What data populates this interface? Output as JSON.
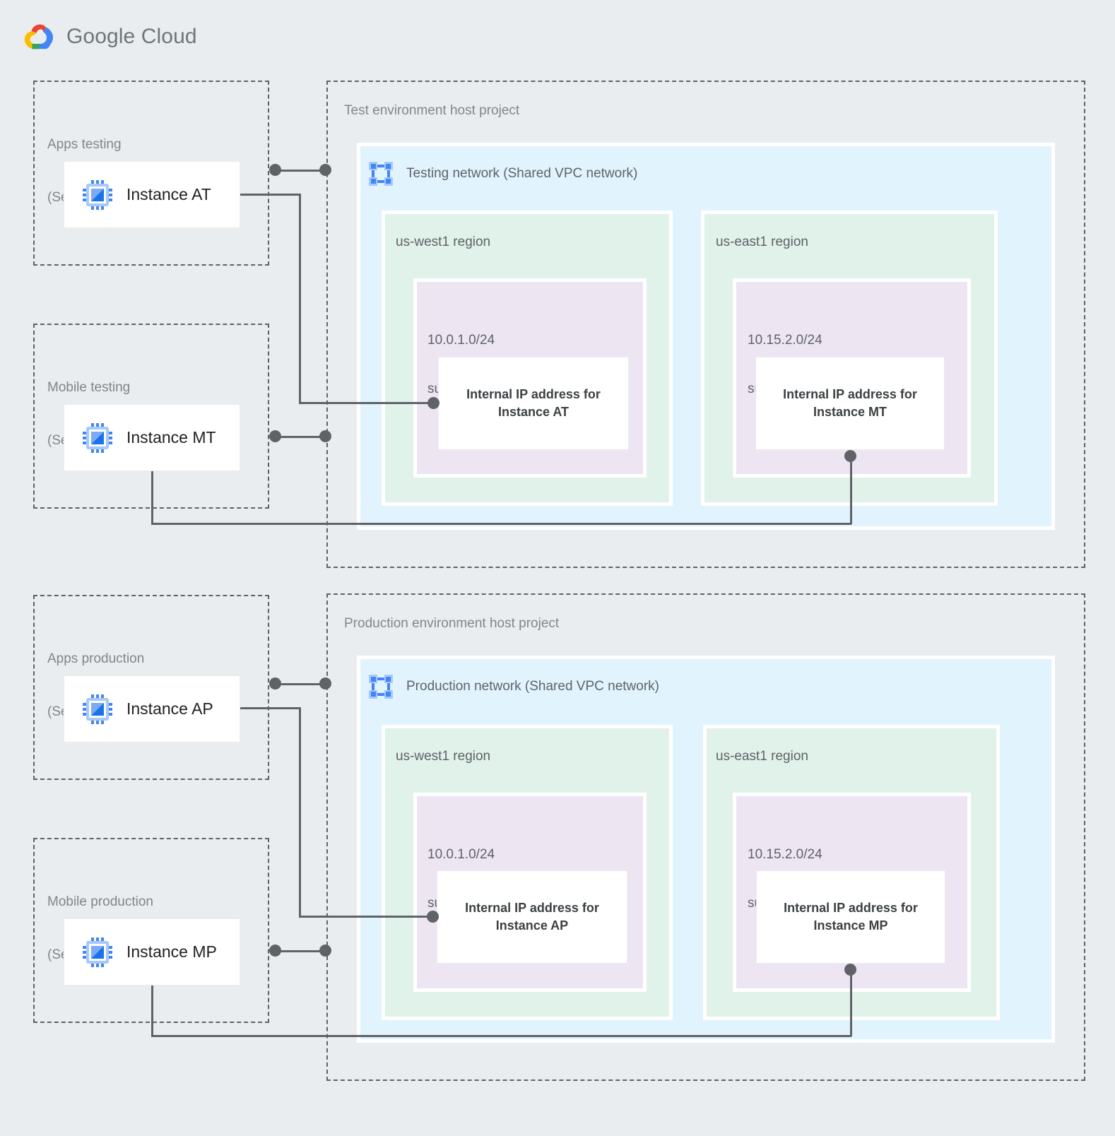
{
  "brand": {
    "name_bold": "Google",
    "name_light": " Cloud",
    "logo_icon": "google-cloud-logo-icon"
  },
  "colors": {
    "page_background": "#e9edef",
    "vpc_network": "#e1f3fd",
    "region": "#e0f2e9",
    "subnet": "#eee5f3",
    "card": "#ffffff",
    "connector": "#5f6368",
    "dashed_border": "#5f6368",
    "label_text": "#5f6368",
    "muted_text": "#80868b",
    "instance_icon_blue": "#4285f4",
    "instance_icon_light": "#a6c8fb"
  },
  "service_projects": [
    {
      "id": "apps-testing",
      "title_line1": "Apps testing",
      "title_line2": "(Service project)",
      "instance": {
        "label": "Instance AT",
        "icon": "vm-instance-chip-icon"
      }
    },
    {
      "id": "mobile-testing",
      "title_line1": "Mobile testing",
      "title_line2": "(Service project)",
      "instance": {
        "label": "Instance MT",
        "icon": "vm-instance-chip-icon"
      }
    },
    {
      "id": "apps-production",
      "title_line1": "Apps production",
      "title_line2": "(Service project)",
      "instance": {
        "label": "Instance AP",
        "icon": "vm-instance-chip-icon"
      }
    },
    {
      "id": "mobile-production",
      "title_line1": "Mobile production",
      "title_line2": "(Service project)",
      "instance": {
        "label": "Instance MP",
        "icon": "vm-instance-chip-icon"
      }
    }
  ],
  "host_projects": [
    {
      "id": "test-env",
      "title": "Test environment host project",
      "network": {
        "title": "Testing network (Shared VPC network)",
        "icon": "vpc-network-icon"
      },
      "regions": [
        {
          "id": "test-us-west1",
          "label": "us-west1 region",
          "subnet": {
            "cidr": "10.0.1.0/24",
            "kind": "subnet",
            "ip_card": "Internal IP address for\nInstance AT"
          }
        },
        {
          "id": "test-us-east1",
          "label": "us-east1 region",
          "subnet": {
            "cidr": "10.15.2.0/24",
            "kind": "subnet",
            "ip_card": "Internal IP address for\nInstance MT"
          }
        }
      ]
    },
    {
      "id": "prod-env",
      "title": "Production environment host project",
      "network": {
        "title": "Production network (Shared VPC network)",
        "icon": "vpc-network-icon"
      },
      "regions": [
        {
          "id": "prod-us-west1",
          "label": "us-west1 region",
          "subnet": {
            "cidr": "10.0.1.0/24",
            "kind": "subnet",
            "ip_card": "Internal IP address for\nInstance AP"
          }
        },
        {
          "id": "prod-us-east1",
          "label": "us-east1 region",
          "subnet": {
            "cidr": "10.15.2.0/24",
            "kind": "subnet",
            "ip_card": "Internal IP address for\nInstance MP"
          }
        }
      ]
    }
  ]
}
